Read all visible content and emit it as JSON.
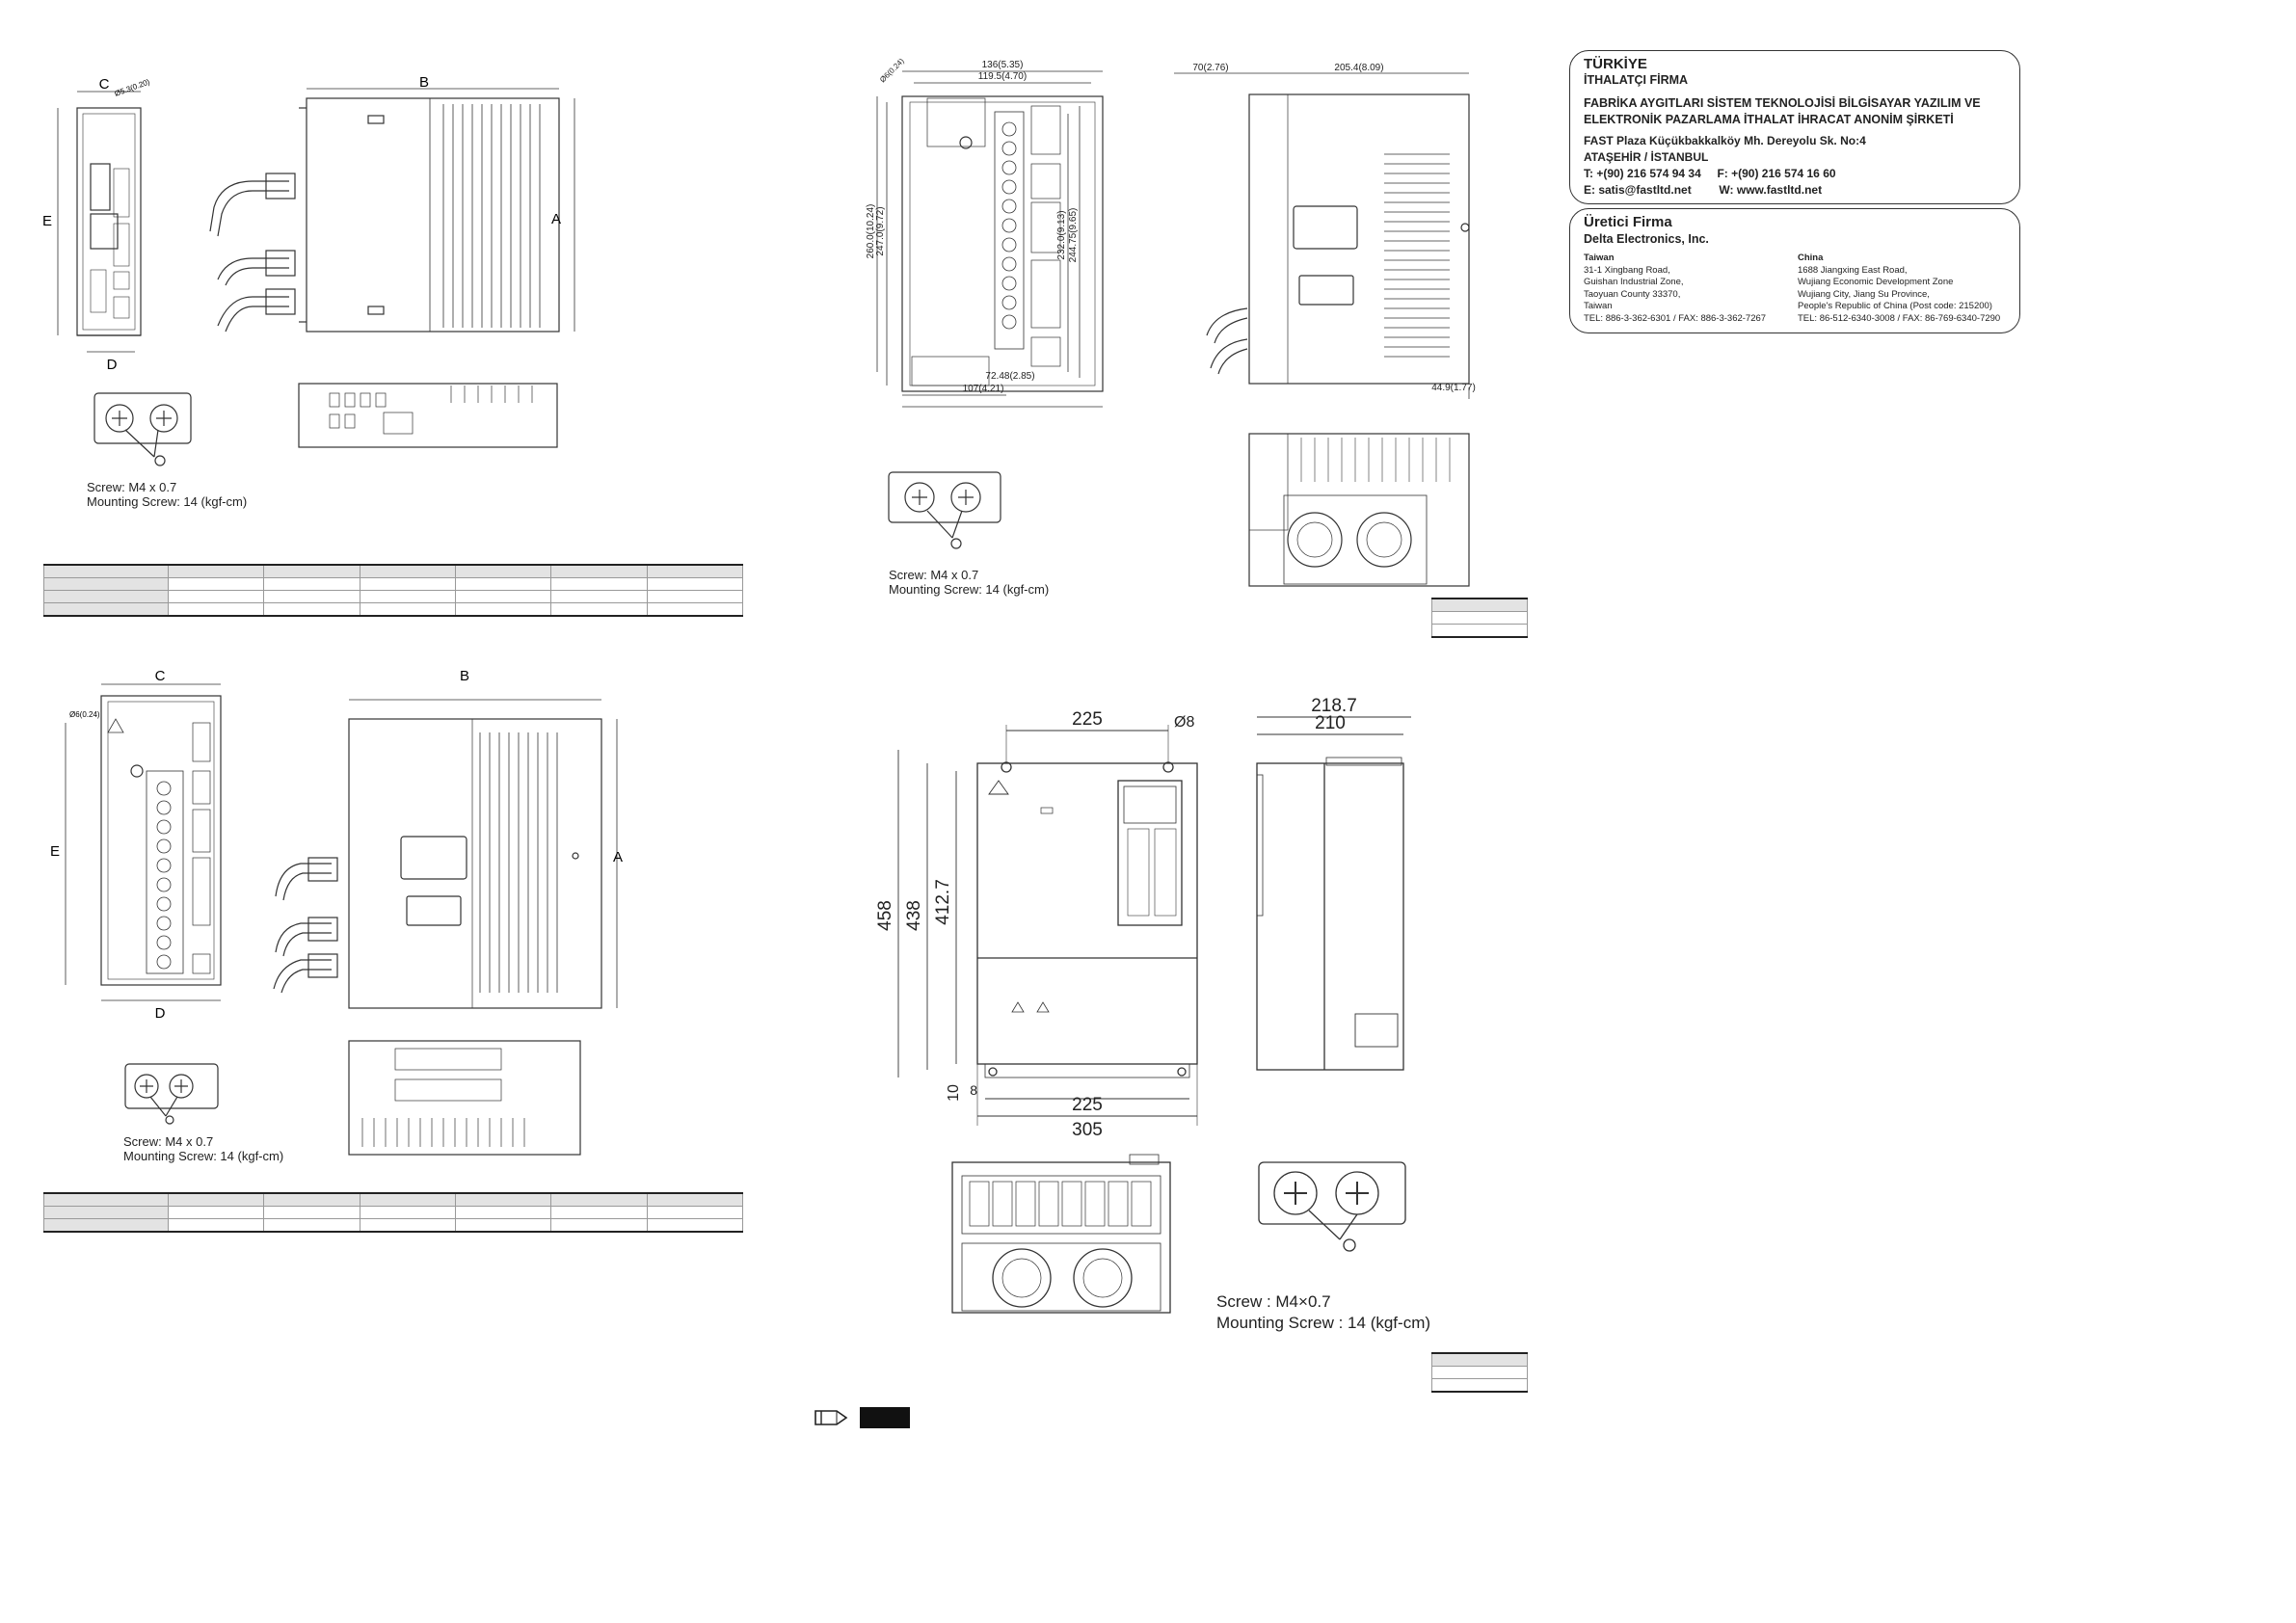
{
  "drawing1": {
    "labels": {
      "c": "C",
      "b": "B",
      "a": "A",
      "e": "E",
      "d": "D"
    },
    "hole": "Ø5.3(0.20)",
    "screw": "Screw: M4 x 0.7",
    "mounting": "Mounting Screw: 14 (kgf-cm)"
  },
  "drawing2": {
    "labels": {
      "c": "C",
      "b": "B",
      "a": "A",
      "e": "E",
      "d": "D"
    },
    "hole": "Ø6(0.24)",
    "screw": "Screw: M4 x 0.7",
    "mounting": "Mounting Screw: 14 (kgf-cm)"
  },
  "drawing3": {
    "dims": {
      "top_outer": "136(5.35)",
      "top_inner": "119.5(4.70)",
      "hole": "Ø6(0.24)",
      "left_outer": "260.0(10.24)",
      "left_inner": "247.0(9.72)",
      "right_a": "232.0(9.13)",
      "right_b": "244.75(9.65)",
      "bottom_a": "72.48(2.85)",
      "bottom_b": "107(4.21)",
      "side_a": "70(2.76)",
      "side_b": "205.4(8.09)",
      "side_c": "44.9(1.77)"
    },
    "screw": "Screw: M4 x 0.7",
    "mounting": "Mounting Screw: 14 (kgf-cm)"
  },
  "drawing4": {
    "dims": {
      "top_225": "225",
      "hole": "Ø8",
      "d_2187": "218.7",
      "d_210": "210",
      "d_458": "458",
      "d_438": "438",
      "d_4127": "412.7",
      "d_10": "10",
      "d_8": "8",
      "bottom_225": "225",
      "d_305": "305"
    },
    "screw": "Screw : M4×0.7",
    "mounting": "Mounting Screw : 14 (kgf-cm)"
  },
  "importer": {
    "country": "TÜRKİYE",
    "role": "İTHALATÇI FİRMA",
    "company_line1": "FABRİKA AYGITLARI SİSTEM TEKNOLOJİSİ BİLGİSAYAR YAZILIM VE",
    "company_line2": "ELEKTRONİK PAZARLAMA İTHALAT İHRACAT ANONİM ŞİRKETİ",
    "address_line1": "FAST Plaza Küçükbakkalköy Mh. Dereyolu Sk. No:4",
    "address_line2": "ATAŞEHİR / İSTANBUL",
    "phone": "T: +(90) 216 574 94 34",
    "fax": "F: +(90) 216 574 16 60",
    "email": "E: satis@fastltd.net",
    "web": "W: www.fastltd.net"
  },
  "manufacturer": {
    "title": "Üretici Firma",
    "name": "Delta Electronics, Inc.",
    "taiwan": {
      "heading": "Taiwan",
      "lines": [
        "31-1 Xingbang Road,",
        "Guishan Industrial Zone,",
        "Taoyuan County 33370,",
        "Taiwan",
        "TEL: 886-3-362-6301 / FAX: 886-3-362-7267"
      ]
    },
    "china": {
      "heading": "China",
      "lines": [
        "1688 Jiangxing East Road,",
        "Wujiang Economic Development Zone",
        "Wujiang City, Jiang Su Province,",
        "People's Republic of China (Post code: 215200)",
        "TEL: 86-512-6340-3008 / FAX: 86-769-6340-7290"
      ]
    }
  }
}
